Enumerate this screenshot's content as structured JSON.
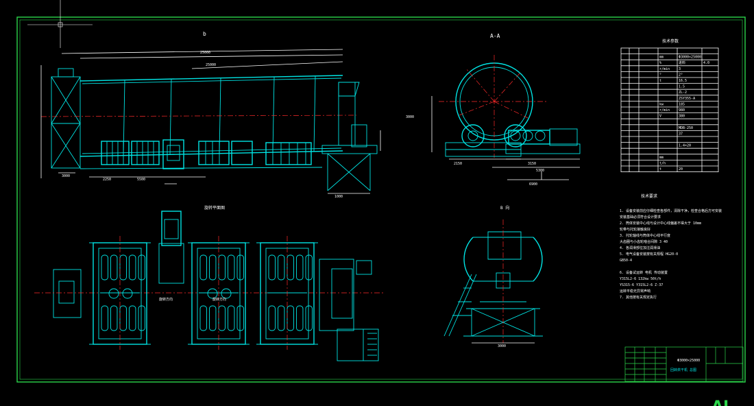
{
  "views": {
    "a_a_label": "A-A",
    "b_label": "B 向",
    "plan_label": "旋转平面图",
    "front_label": "b"
  },
  "tech_table": {
    "title": "技术参数",
    "rows": [
      [
        "",
        "",
        "",
        "mm",
        "Φ3000×25000",
        ""
      ],
      [
        "",
        "",
        "",
        "%",
        "进料",
        "4.0"
      ],
      [
        "",
        "",
        "",
        "r/min",
        "3",
        ""
      ],
      [
        "",
        "",
        "",
        "°",
        "2°",
        ""
      ],
      [
        "",
        "",
        "",
        "t",
        "16.5",
        ""
      ],
      [
        "",
        "",
        "",
        "",
        "1.5",
        ""
      ],
      [
        "",
        "",
        "",
        "",
        "ZL-2",
        ""
      ],
      [
        "",
        "",
        "",
        "",
        "ZSY355-A",
        ""
      ],
      [
        "",
        "",
        "",
        "kw",
        "185",
        ""
      ],
      [
        "",
        "",
        "",
        "r/min",
        "980",
        ""
      ],
      [
        "",
        "",
        "",
        "V",
        "380",
        ""
      ],
      [
        "",
        "",
        "",
        "",
        "",
        ""
      ],
      [
        "",
        "",
        "",
        "",
        "MDB-250",
        ""
      ],
      [
        "",
        "",
        "",
        "",
        "37",
        ""
      ],
      [
        "",
        "",
        "",
        "",
        "",
        ""
      ],
      [
        "",
        "",
        "",
        "",
        "1.4×20",
        ""
      ],
      [
        "",
        "",
        "",
        "",
        "",
        ""
      ],
      [
        "",
        "",
        "",
        "mm",
        "",
        ""
      ],
      [
        "",
        "",
        "",
        "t/h",
        "",
        ""
      ],
      [
        "",
        "",
        "",
        "t",
        "20",
        ""
      ]
    ]
  },
  "notes": {
    "title": "技术要求",
    "lines": [
      "1. 设备安装前应仔细检查各部件，清除干净，检查合格后方可安装",
      "   安装基础必须符合设计要求",
      "2. 筒体安装中心线与设计中心线偏差不得大于          10mm",
      "   轮带与托轮接触良好",
      "3. 托轮轴线与筒体中心线平行度          ",
      "   大齿圈与小齿轮啮合间隙            3   40",
      "4. 各润滑部位加注润滑油",
      "5. 电气设备安装按有关规程     HG20-0",
      "   GB50-4",
      "",
      "6. 设备试运转              电机     传动装置",
      "   Y315L2-6   132kw      50t/h",
      "   YS315-6   Y315L2-6   Z-37",
      "   运转平稳无异常声响",
      "7. 其他按有关规定执行"
    ]
  },
  "title_block": {
    "line1": "Φ3000×25000",
    "line2": "回转烘干机 总图"
  },
  "watermark": "AI"
}
